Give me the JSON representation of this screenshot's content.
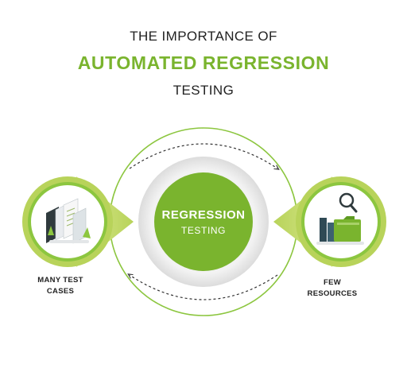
{
  "title": {
    "line1": "THE IMPORTANCE OF",
    "line2": "AUTOMATED REGRESSION",
    "line3": "TESTING"
  },
  "center": {
    "line1": "REGRESSION",
    "line2": "TESTING"
  },
  "left_node": {
    "caption": "MANY TEST\nCASES",
    "icon": "documents-icon"
  },
  "right_node": {
    "caption": "FEW\nRESOURCES",
    "icon": "folder-magnifier-icon"
  },
  "colors": {
    "accent_green": "#7ab42e",
    "light_green": "#cfe27a",
    "grey_ring": "#e6e6e6",
    "text_dark": "#222222"
  }
}
